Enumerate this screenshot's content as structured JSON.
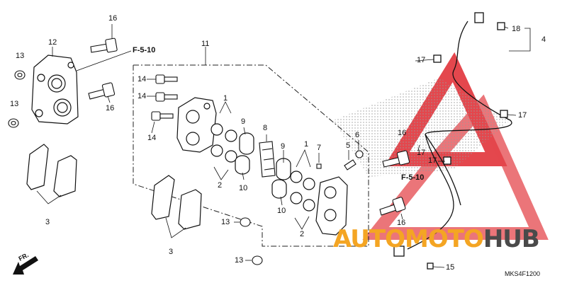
{
  "callouts": {
    "c16a": "16",
    "c12": "12",
    "c13a": "13",
    "c13b": "13",
    "c16b": "16",
    "c11": "11",
    "c14a": "14",
    "c14b": "14",
    "c14c": "14",
    "c1a": "1",
    "c9a": "9",
    "c8": "8",
    "c10a": "10",
    "c2a": "2",
    "c9b": "9",
    "c1b": "1",
    "c7": "7",
    "c6": "6",
    "c5": "5",
    "c16c": "16",
    "c10b": "10",
    "c2b": "2",
    "c3a": "3",
    "c3b": "3",
    "c13c": "13",
    "c13d": "13",
    "c18": "18",
    "c4": "4",
    "c17a": "17",
    "c17b": "17",
    "c17c": "17",
    "c17d": "17",
    "c16d": "16",
    "c15": "15"
  },
  "refs": {
    "ref1": "F-5-10",
    "ref2": "F-5-10"
  },
  "front_label": "FR.",
  "part_code": "MKS4F1200",
  "watermark": {
    "part1": "AUTOMOTO",
    "part2": "HUB",
    "color1": "#f4a523",
    "color2": "#4a4a4a"
  },
  "watermark_triangle_color": "#e0272e"
}
